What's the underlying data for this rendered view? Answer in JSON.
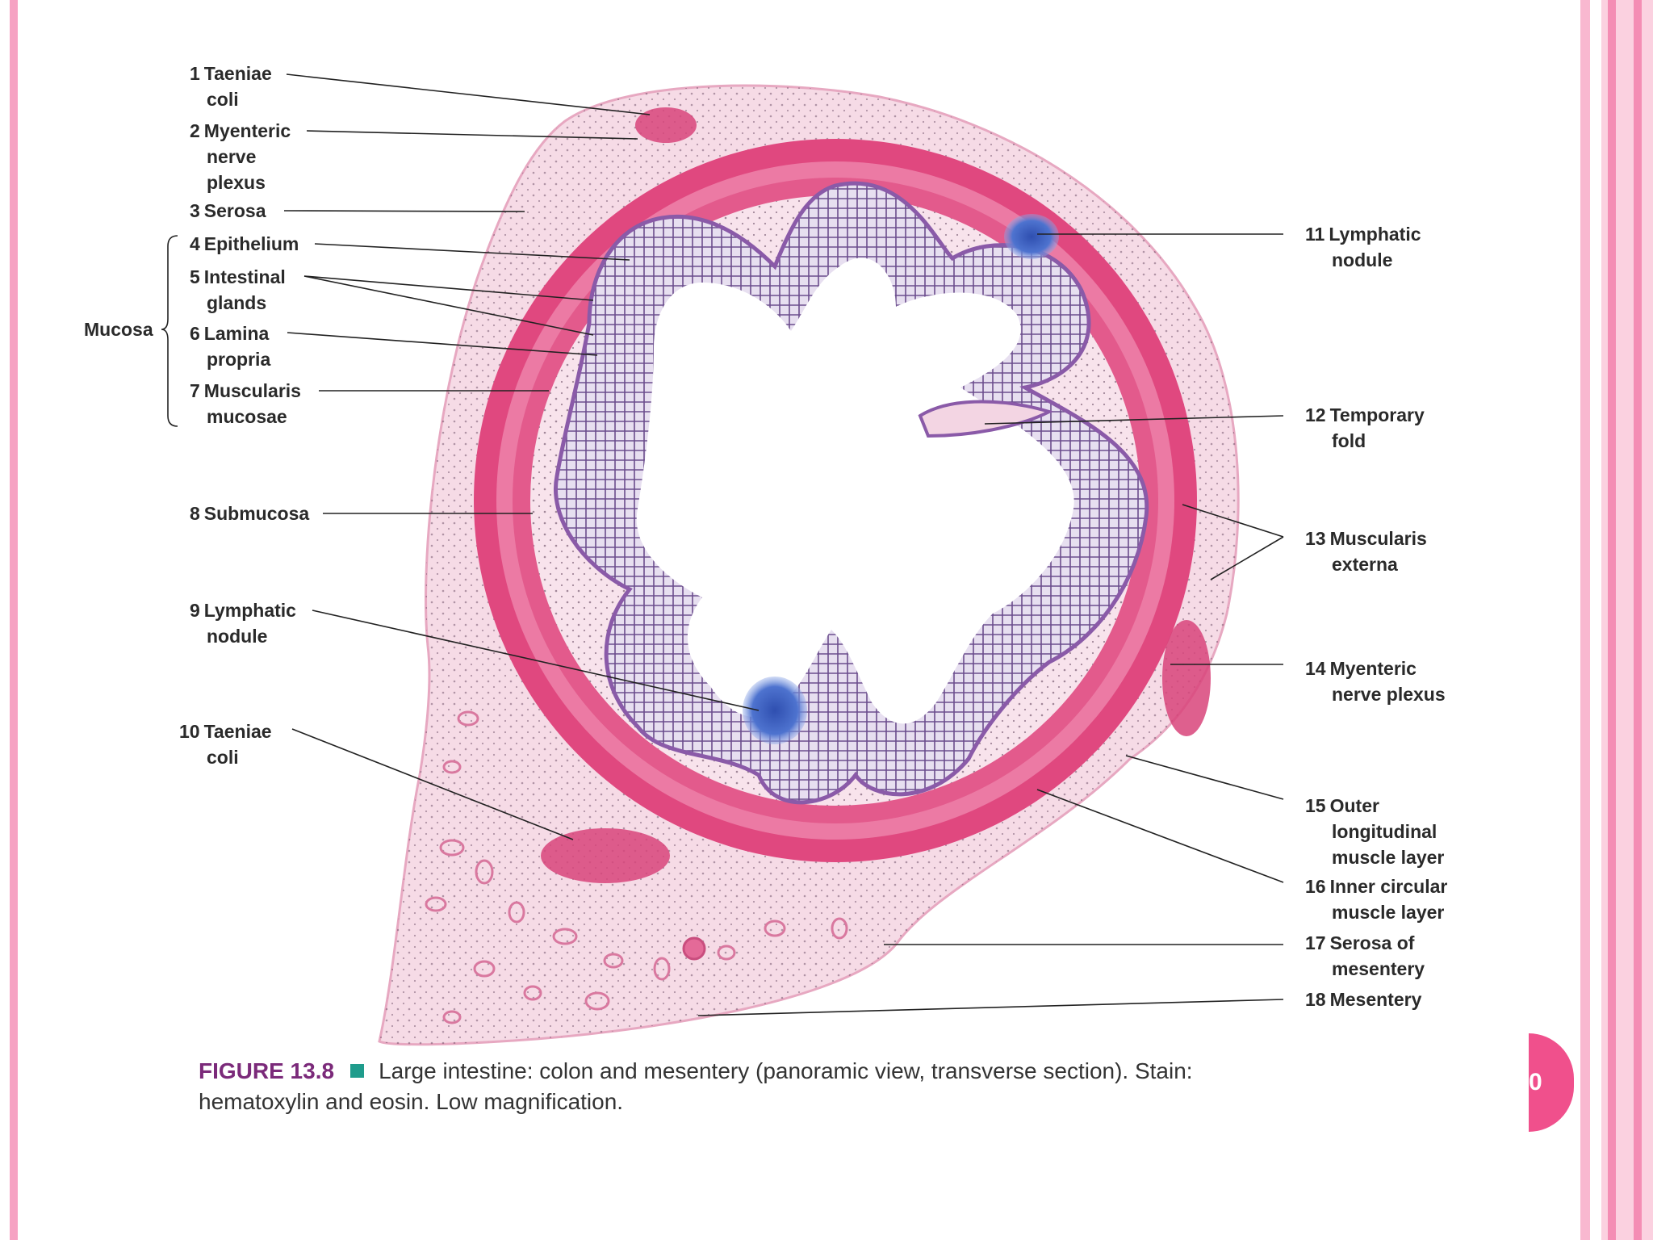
{
  "figure": {
    "labels": [
      {
        "num": "1",
        "lines": [
          "Taeniae",
          "coli"
        ]
      },
      {
        "num": "2",
        "lines": [
          "Myenteric",
          "nerve",
          "plexus"
        ]
      },
      {
        "num": "3",
        "lines": [
          "Serosa"
        ]
      },
      {
        "num": "4",
        "lines": [
          "Epithelium"
        ]
      },
      {
        "num": "5",
        "lines": [
          "Intestinal",
          "glands"
        ]
      },
      {
        "num": "6",
        "lines": [
          "Lamina",
          "propria"
        ]
      },
      {
        "num": "7",
        "lines": [
          "Muscularis",
          "mucosae"
        ]
      },
      {
        "num": "8",
        "lines": [
          "Submucosa"
        ]
      },
      {
        "num": "9",
        "lines": [
          "Lymphatic",
          "nodule"
        ]
      },
      {
        "num": "10",
        "lines": [
          "Taeniae",
          "coli"
        ]
      },
      {
        "num": "11",
        "lines": [
          "Lymphatic",
          "nodule"
        ]
      },
      {
        "num": "12",
        "lines": [
          "Temporary",
          "fold"
        ]
      },
      {
        "num": "13",
        "lines": [
          "Muscularis",
          "externa"
        ]
      },
      {
        "num": "14",
        "lines": [
          "Myenteric",
          "nerve plexus"
        ]
      },
      {
        "num": "15",
        "lines": [
          "Outer",
          "longitudinal",
          "muscle layer"
        ]
      },
      {
        "num": "16",
        "lines": [
          "Inner circular",
          "muscle layer"
        ]
      },
      {
        "num": "17",
        "lines": [
          "Serosa of",
          "mesentery"
        ]
      },
      {
        "num": "18",
        "lines": [
          "Mesentery"
        ]
      }
    ],
    "group_label": "Mucosa"
  },
  "caption": {
    "figure_label": "FIGURE 13.8",
    "line1": "Large intestine: colon and mesentery (panoramic view, transverse section). Stain:",
    "line2": "hematoxylin and eosin. Low magnification."
  },
  "page_number": "0",
  "colors": {
    "tissue_pink": "#e45c8e",
    "muscle_pink": "#e0487f",
    "connective": "#f6d6e3",
    "gland_purple": "#7a5a9a",
    "nodule_blue": "#3b64c2",
    "figure_label": "#7b2a7a",
    "figure_square": "#1f9c8c",
    "badge": "#f0508c"
  }
}
